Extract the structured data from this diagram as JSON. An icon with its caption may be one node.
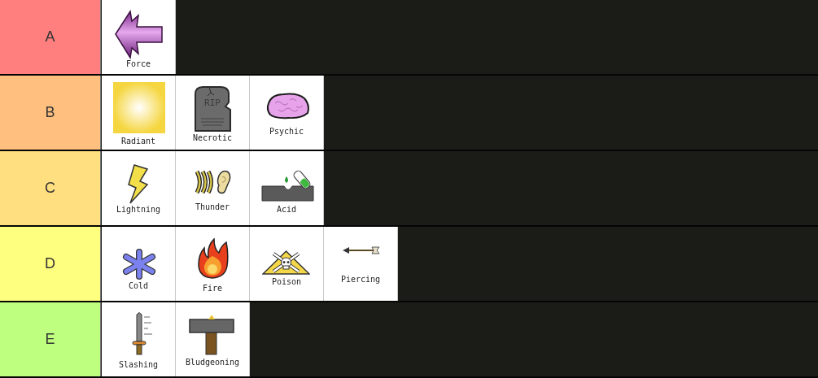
{
  "diagram": {
    "nodes": [
      {
        "text": [
          "A"
        ]
      },
      {
        "text": [
          "Force"
        ],
        "in": 0
      },
      {
        "text": [
          "B"
        ]
      },
      {
        "text": [
          "Radiant"
        ],
        "in": 2
      },
      {
        "text": [
          "Necrotic"
        ],
        "in": 2
      },
      {
        "text": [
          "Psychic"
        ],
        "in": 2
      },
      {
        "text": [
          "C"
        ]
      },
      {
        "text": [
          "Lightning"
        ],
        "in": 6
      },
      {
        "text": [
          "Thunder"
        ],
        "in": 6
      },
      {
        "text": [
          "Acid"
        ],
        "in": 6
      },
      {
        "text": [
          "D"
        ]
      },
      {
        "text": [
          "Cold"
        ],
        "in": 10
      },
      {
        "text": [
          "Fire"
        ],
        "in": 10
      },
      {
        "text": [
          "Poison"
        ],
        "in": 10
      },
      {
        "text": [
          "Piercing"
        ],
        "in": 10
      },
      {
        "text": [
          "E"
        ]
      },
      {
        "text": [
          "Slashing"
        ],
        "in": 15
      },
      {
        "text": [
          "Bludgeoning"
        ],
        "in": 15
      }
    ],
    "labels": [
      "RIP"
    ]
  }
}
